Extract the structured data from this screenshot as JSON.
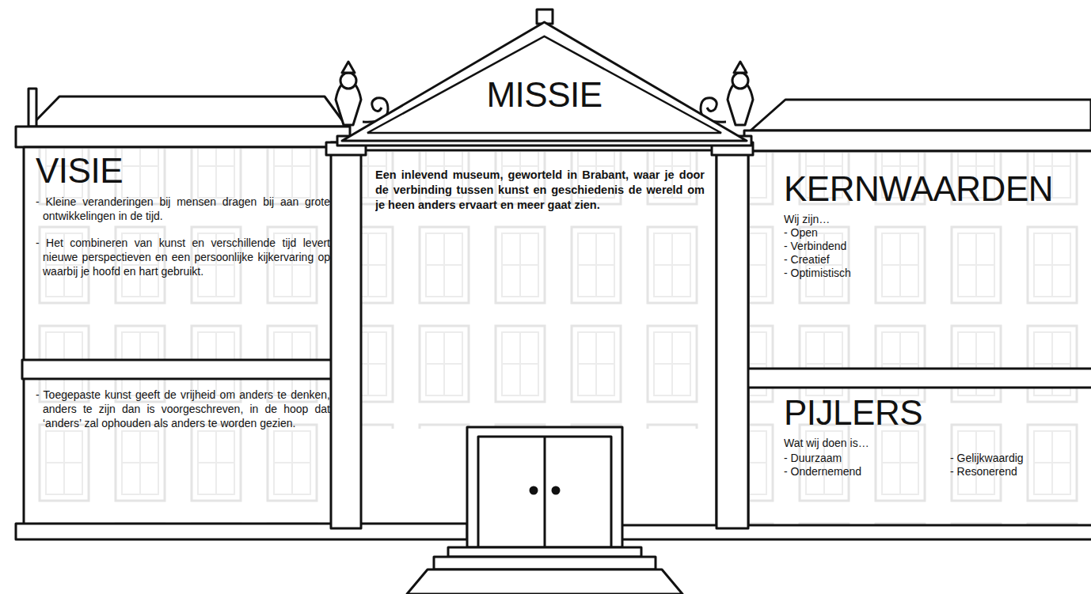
{
  "diagram": {
    "nodes": [
      {
        "text": [
          "VISIE",
          "- Kleine veranderingen bij mensen dragen bij aan grote ontwikkelingen in de tijd.",
          "- Het combineren van kunst en verschillende tijd levert nieuwe perspectieven en een persoonlijke kijkervaring op waarbij je hoofd en hart gebruikt."
        ]
      },
      {
        "text": [
          "- Toegepaste kunst geeft de vrijheid om anders te denken, anders te zijn dan is voorgeschreven, in de hoop dat ‘anders’ zal ophouden als anders te worden gezien."
        ]
      },
      {
        "text": [
          "MISSIE"
        ]
      },
      {
        "text": [
          "Een inlevend museum, geworteld in Brabant, waar je door de verbinding tussen kunst en geschiedenis de wereld om je heen anders ervaart en meer gaat zien."
        ]
      },
      {
        "text": [
          "KERNWAARDEN",
          "Wij zijn…",
          "- Open",
          "- Verbindend",
          "- Creatief",
          "- Optimistisch"
        ]
      },
      {
        "text": [
          "PIJLERS",
          "Wat wij doen is…",
          "- Duurzaam",
          "- Gelijkwaardig",
          "- Ondernemend",
          "- Resonerend"
        ]
      }
    ]
  }
}
